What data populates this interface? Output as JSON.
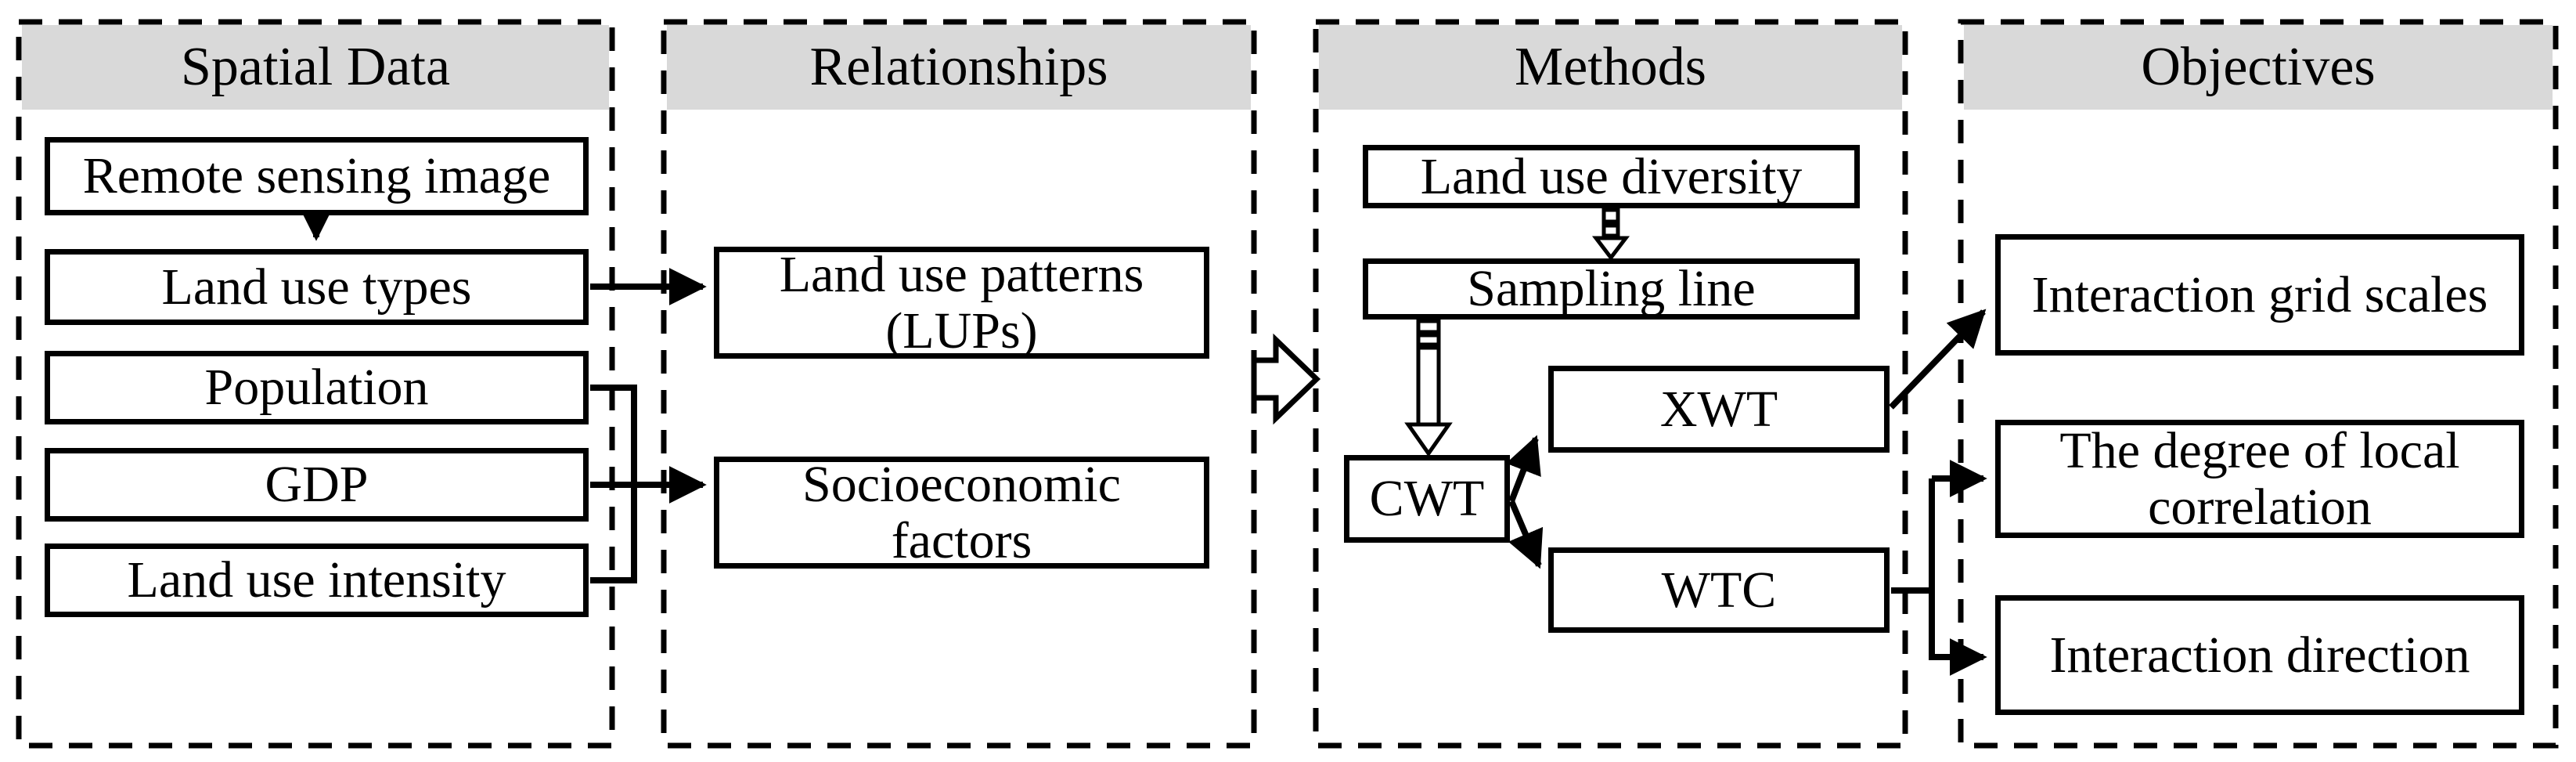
{
  "colors": {
    "header_bg": "#d9d9d9",
    "line": "#000000",
    "box_bg": "#ffffff",
    "background": "#ffffff",
    "text": "#000000"
  },
  "panels": [
    {
      "title": "Spatial Data",
      "boxes": [
        "Remote sensing image",
        "Land use types",
        "Population",
        "GDP",
        "Land use intensity"
      ]
    },
    {
      "title": "Relationships",
      "boxes": [
        "Land use patterns\n(LUPs)",
        "Socioeconomic\nfactors"
      ]
    },
    {
      "title": "Methods",
      "boxes": [
        "Land use diversity",
        "Sampling line",
        "CWT",
        "XWT",
        "WTC"
      ]
    },
    {
      "title": "Objectives",
      "boxes": [
        "Interaction grid scales",
        "The degree of local\ncorrelation",
        "Interaction direction"
      ]
    }
  ],
  "connections": [
    {
      "from": "Remote sensing image",
      "to": "Land use types",
      "style": "solid-arrow"
    },
    {
      "from": "Land use types",
      "to": "Land use patterns (LUPs)",
      "style": "solid-arrow"
    },
    {
      "from": "Population",
      "to": "Socioeconomic factors",
      "style": "solid-arrow"
    },
    {
      "from": "GDP",
      "to": "Socioeconomic factors",
      "style": "solid-arrow"
    },
    {
      "from": "Land use intensity",
      "to": "Socioeconomic factors",
      "style": "solid-arrow"
    },
    {
      "from": "Relationships",
      "to": "Methods",
      "style": "block-arrow"
    },
    {
      "from": "Land use diversity",
      "to": "Sampling line",
      "style": "striped-arrow"
    },
    {
      "from": "Sampling line",
      "to": "CWT",
      "style": "striped-arrow"
    },
    {
      "from": "CWT",
      "to": "XWT",
      "style": "solid-arrow"
    },
    {
      "from": "CWT",
      "to": "WTC",
      "style": "solid-arrow"
    },
    {
      "from": "XWT",
      "to": "Interaction grid scales",
      "style": "solid-arrow"
    },
    {
      "from": "WTC",
      "to": "The degree of local correlation",
      "style": "solid-arrow"
    },
    {
      "from": "WTC",
      "to": "Interaction direction",
      "style": "solid-arrow"
    }
  ]
}
